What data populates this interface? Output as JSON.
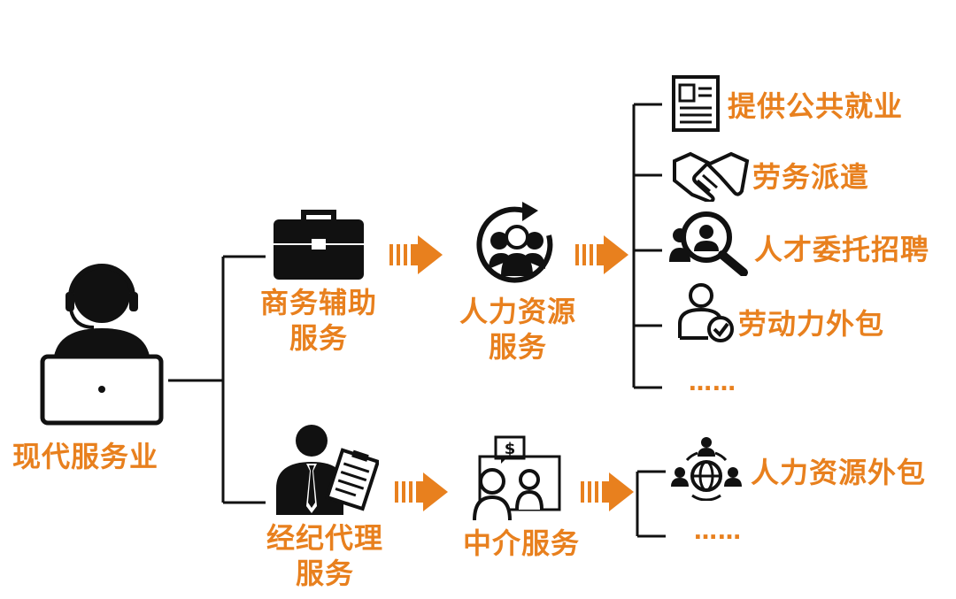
{
  "root": {
    "label": "现代服务业",
    "icon": "call-center-agent-icon"
  },
  "branches": [
    {
      "label_line1": "商务辅助",
      "label_line2": "服务",
      "icon": "briefcase-icon",
      "child": {
        "label_line1": "人力资源",
        "label_line2": "服务",
        "icon": "team-cycle-icon",
        "items": [
          {
            "label": "提供公共就业",
            "icon": "resume-icon"
          },
          {
            "label": "劳务派遣",
            "icon": "handshake-icon"
          },
          {
            "label": "人才委托招聘",
            "icon": "talent-search-icon"
          },
          {
            "label": "劳动力外包",
            "icon": "user-check-icon"
          }
        ],
        "more": "……"
      }
    },
    {
      "label_line1": "经纪代理",
      "label_line2": "服务",
      "icon": "agent-document-icon",
      "child": {
        "label": "中介服务",
        "icon": "consultation-icon",
        "items": [
          {
            "label": "人力资源外包",
            "icon": "global-network-icon"
          }
        ],
        "more": "……"
      }
    }
  ],
  "colors": {
    "accent": "#e8801e",
    "line": "#111111",
    "icon": "#111111"
  }
}
